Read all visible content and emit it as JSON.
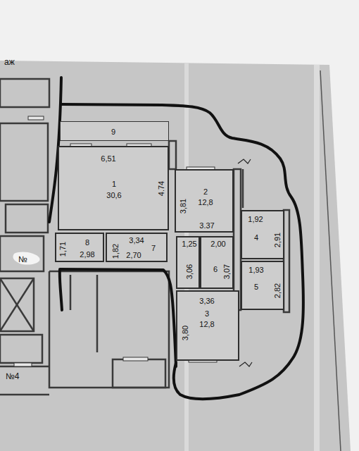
{
  "diagram": {
    "nodes": [
      {
        "text": [
          "9"
        ]
      },
      {
        "text": [
          "6,51",
          "1",
          "30,6",
          "4.74"
        ]
      },
      {
        "text": [
          "3,81",
          "2",
          "12,8",
          "3.37"
        ]
      },
      {
        "text": [
          "1,71",
          "8",
          "2,98"
        ]
      },
      {
        "text": [
          "3,34",
          "1,82",
          "7",
          "2,70"
        ]
      },
      {
        "text": [
          "1,25",
          "3,06"
        ]
      },
      {
        "text": [
          "2,00",
          "6",
          "3,07"
        ]
      },
      {
        "text": [
          "1,92",
          "4",
          "2,91"
        ]
      },
      {
        "text": [
          "1,93",
          "5",
          "2,82"
        ]
      },
      {
        "text": [
          "3,36",
          "3",
          "12,8",
          "3,80"
        ]
      }
    ],
    "labels": [
      "аж",
      "№",
      "№4"
    ]
  }
}
